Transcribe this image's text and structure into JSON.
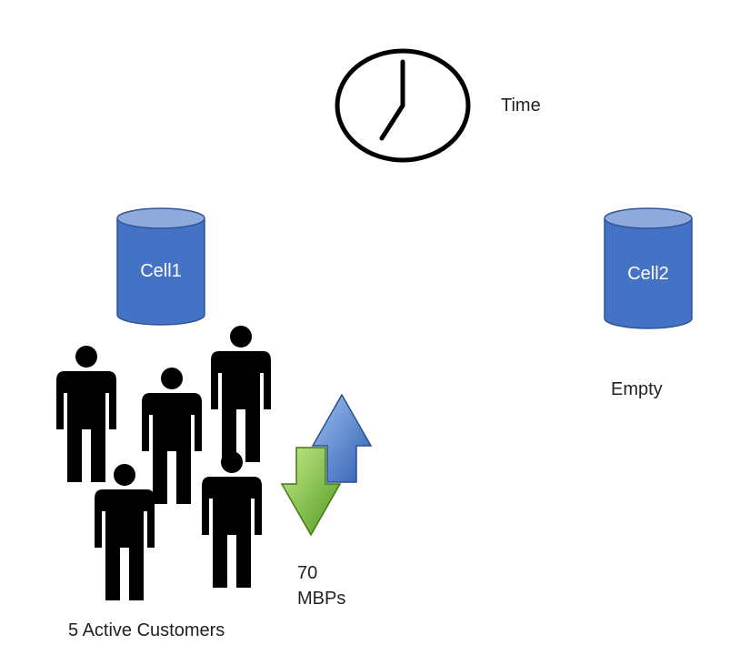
{
  "clock": {
    "label": "Time",
    "icon": "clock-icon"
  },
  "cells": [
    {
      "label": "Cell1",
      "status": ""
    },
    {
      "label": "Cell2",
      "status": "Empty"
    }
  ],
  "customers": {
    "count": 5,
    "label": "5 Active Customers",
    "icon": "person-icon"
  },
  "throughput": {
    "value": "70",
    "unit": "MBPs",
    "icon": "up-down-arrows-icon"
  },
  "colors": {
    "cylinder_body": "#4472c4",
    "cylinder_top": "#8faadc",
    "cylinder_stroke": "#2f5597",
    "person": "#000000",
    "arrow_up": "#4f7fcf",
    "arrow_down": "#7fc241",
    "clock_stroke": "#000000"
  }
}
